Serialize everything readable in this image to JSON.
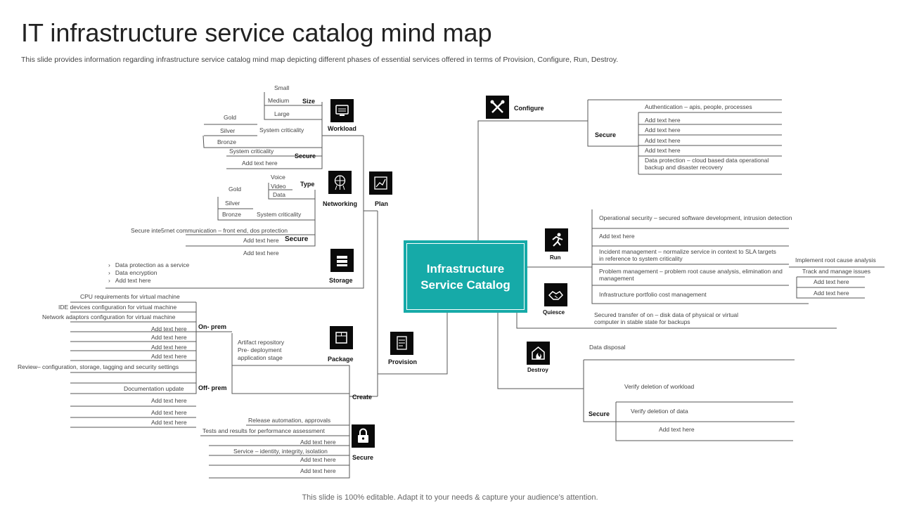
{
  "header": {
    "title": "IT infrastructure service catalog mind map",
    "subtitle": "This slide provides information regarding infrastructure service catalog mind map depicting different phases of essential services offered in terms of Provision, Configure, Run, Destroy."
  },
  "footer": {
    "text": "This slide is 100% editable. Adapt it to your needs & capture your audience’s attention."
  },
  "center": {
    "label": "Infrastructure Service Catalog"
  },
  "colors": {
    "accent": "#16aaa8",
    "icon_bg": "#0a0a0a",
    "line": "#555555"
  },
  "provision": {
    "label": "Provision",
    "plan": {
      "label": "Plan"
    },
    "workload": {
      "label": "Workload",
      "size": {
        "label": "Size",
        "items": [
          "Small",
          "Medium",
          "Large"
        ]
      },
      "system_criticality": {
        "label": "System criticality",
        "items": [
          "Gold",
          "Silver",
          "Bronze"
        ]
      },
      "secure": {
        "label": "Secure",
        "items": [
          "System criticality",
          "Add text here"
        ]
      }
    },
    "networking": {
      "label": "Networking",
      "type": {
        "label": "Type",
        "items": [
          "Voice",
          "Video",
          "Data"
        ]
      },
      "system_criticality": {
        "label": "System criticality",
        "items": [
          "Gold",
          "Silver",
          "Bronze"
        ]
      },
      "secure": {
        "label": "Secure",
        "items": [
          "Secure inte5rnet communication – front end, dos protection",
          "Add text here",
          "Add text here"
        ]
      }
    },
    "storage": {
      "label": "Storage",
      "items": [
        "Data protection as a service",
        "Data encryption",
        "Add text here"
      ]
    },
    "create": {
      "label": "Create",
      "package": {
        "label": "Package",
        "items": [
          "Artifact repository",
          "Pre- deployment",
          "application stage"
        ]
      },
      "on_prem": {
        "label": "On- prem",
        "items": [
          "CPU requirements for virtual machine",
          "IDE devices configuration for virtual machine",
          "Network adaptors configuration for virtual machine",
          "Add text here",
          "Add text here",
          "Add text here",
          "Add text here"
        ]
      },
      "off_prem": {
        "label": "Off- prem",
        "items": [
          "Review– configuration, storage, tagging and security settings",
          "Documentation update",
          "Add text here",
          "Add text here",
          "Add text here"
        ]
      },
      "release": [
        "Release automation, approvals",
        "Tests and  results for performance assessment"
      ],
      "secure": {
        "label": "Secure",
        "items": [
          "Add text here",
          "Service – identity, integrity, isolation",
          "Add text here",
          "Add text here"
        ]
      }
    }
  },
  "configure": {
    "label": "Configure",
    "secure": {
      "label": "Secure",
      "items": [
        "Authentication – apis, people, processes",
        "Add text here",
        "Add text here",
        "Add text here",
        "Add text here",
        "Data protection – cloud based data operational backup and disaster recovery"
      ]
    }
  },
  "run": {
    "label": "Run",
    "items": [
      "Operational security – secured software development, intrusion detection",
      "Add text here",
      "Incident management – normalize service in context to SLA targets in reference to system criticality",
      "Problem management – problem root cause analysis, elimination and management",
      "Infrastructure portfolio cost management"
    ],
    "problem_sub": [
      "Implement root cause analysis",
      "Track and manage issues",
      "Add text here",
      "Add text here"
    ]
  },
  "quiesce": {
    "label": "Quiesce",
    "items": [
      "Secured transfer of on – disk data of physical or virtual computer in stable state for backups"
    ]
  },
  "destroy": {
    "label": "Destroy",
    "items": [
      "Data disposal",
      "Verify deletion of workload"
    ],
    "secure": {
      "label": "Secure",
      "items": [
        "Verify deletion of data",
        "Add text here"
      ]
    }
  }
}
